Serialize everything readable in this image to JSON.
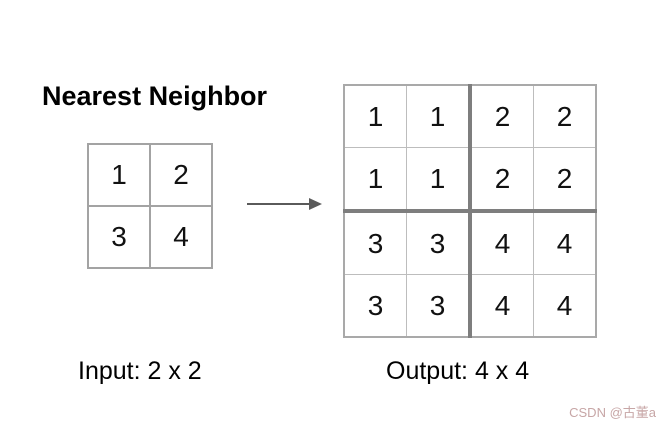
{
  "title": "Nearest Neighbor",
  "input_grid": {
    "label": "Input: 2 x 2",
    "cells": [
      "1",
      "2",
      "3",
      "4"
    ]
  },
  "output_grid": {
    "label": "Output: 4 x 4",
    "cells": [
      "1",
      "1",
      "2",
      "2",
      "1",
      "1",
      "2",
      "2",
      "3",
      "3",
      "4",
      "4",
      "3",
      "3",
      "4",
      "4"
    ]
  },
  "watermark": "CSDN @古董a",
  "colors": {
    "background": "#ffffff",
    "text": "#000000",
    "input_border": "#a3a3a3",
    "output_thin_border": "#bdbdbd",
    "output_thick_divider": "#7e7e7e",
    "arrow": "#5a5a5a",
    "watermark": "#c7a6a6"
  }
}
